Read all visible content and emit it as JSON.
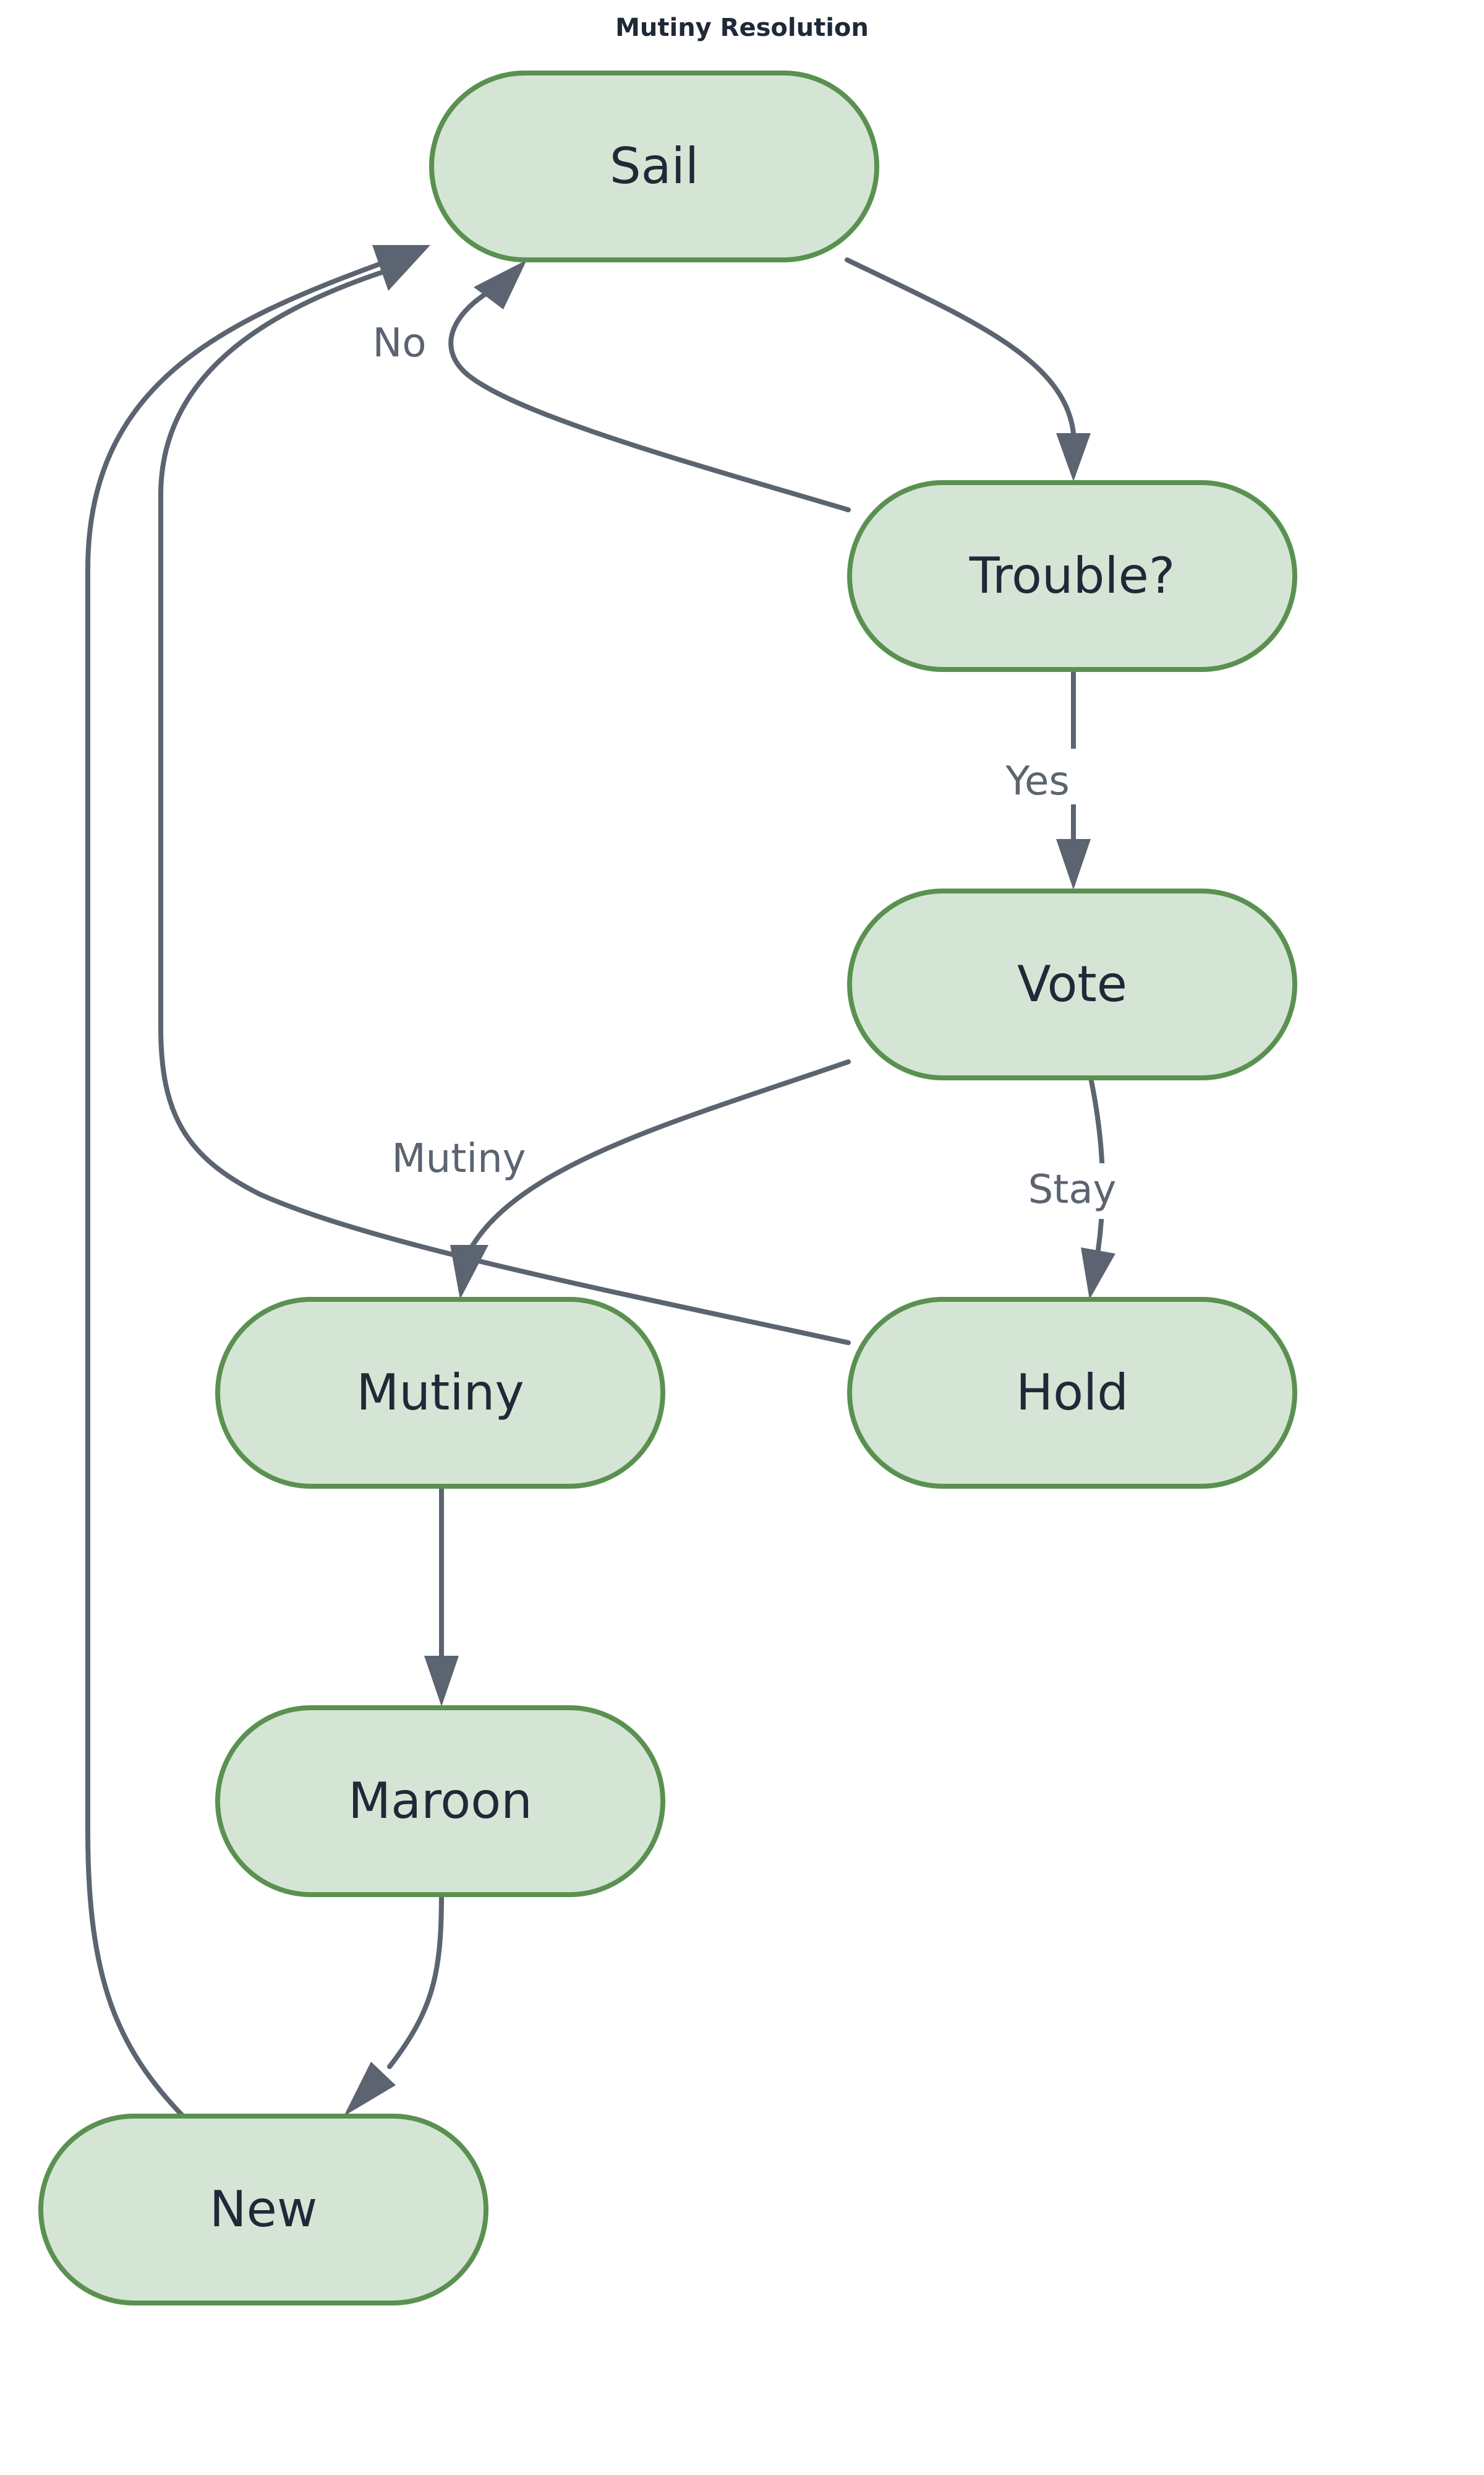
{
  "diagram": {
    "title": "Mutiny Resolution",
    "nodes": {
      "sail": "Sail",
      "trouble": "Trouble?",
      "vote": "Vote",
      "mutiny": "Mutiny",
      "hold": "Hold",
      "maroon": "Maroon",
      "new": "New"
    },
    "edge_labels": {
      "no": "No",
      "yes": "Yes",
      "mutiny": "Mutiny",
      "stay": "Stay"
    },
    "colors": {
      "node_fill": "#d5e5d5",
      "node_stroke": "#5a9150",
      "edge": "#5b6470",
      "text": "#1f2937"
    }
  }
}
